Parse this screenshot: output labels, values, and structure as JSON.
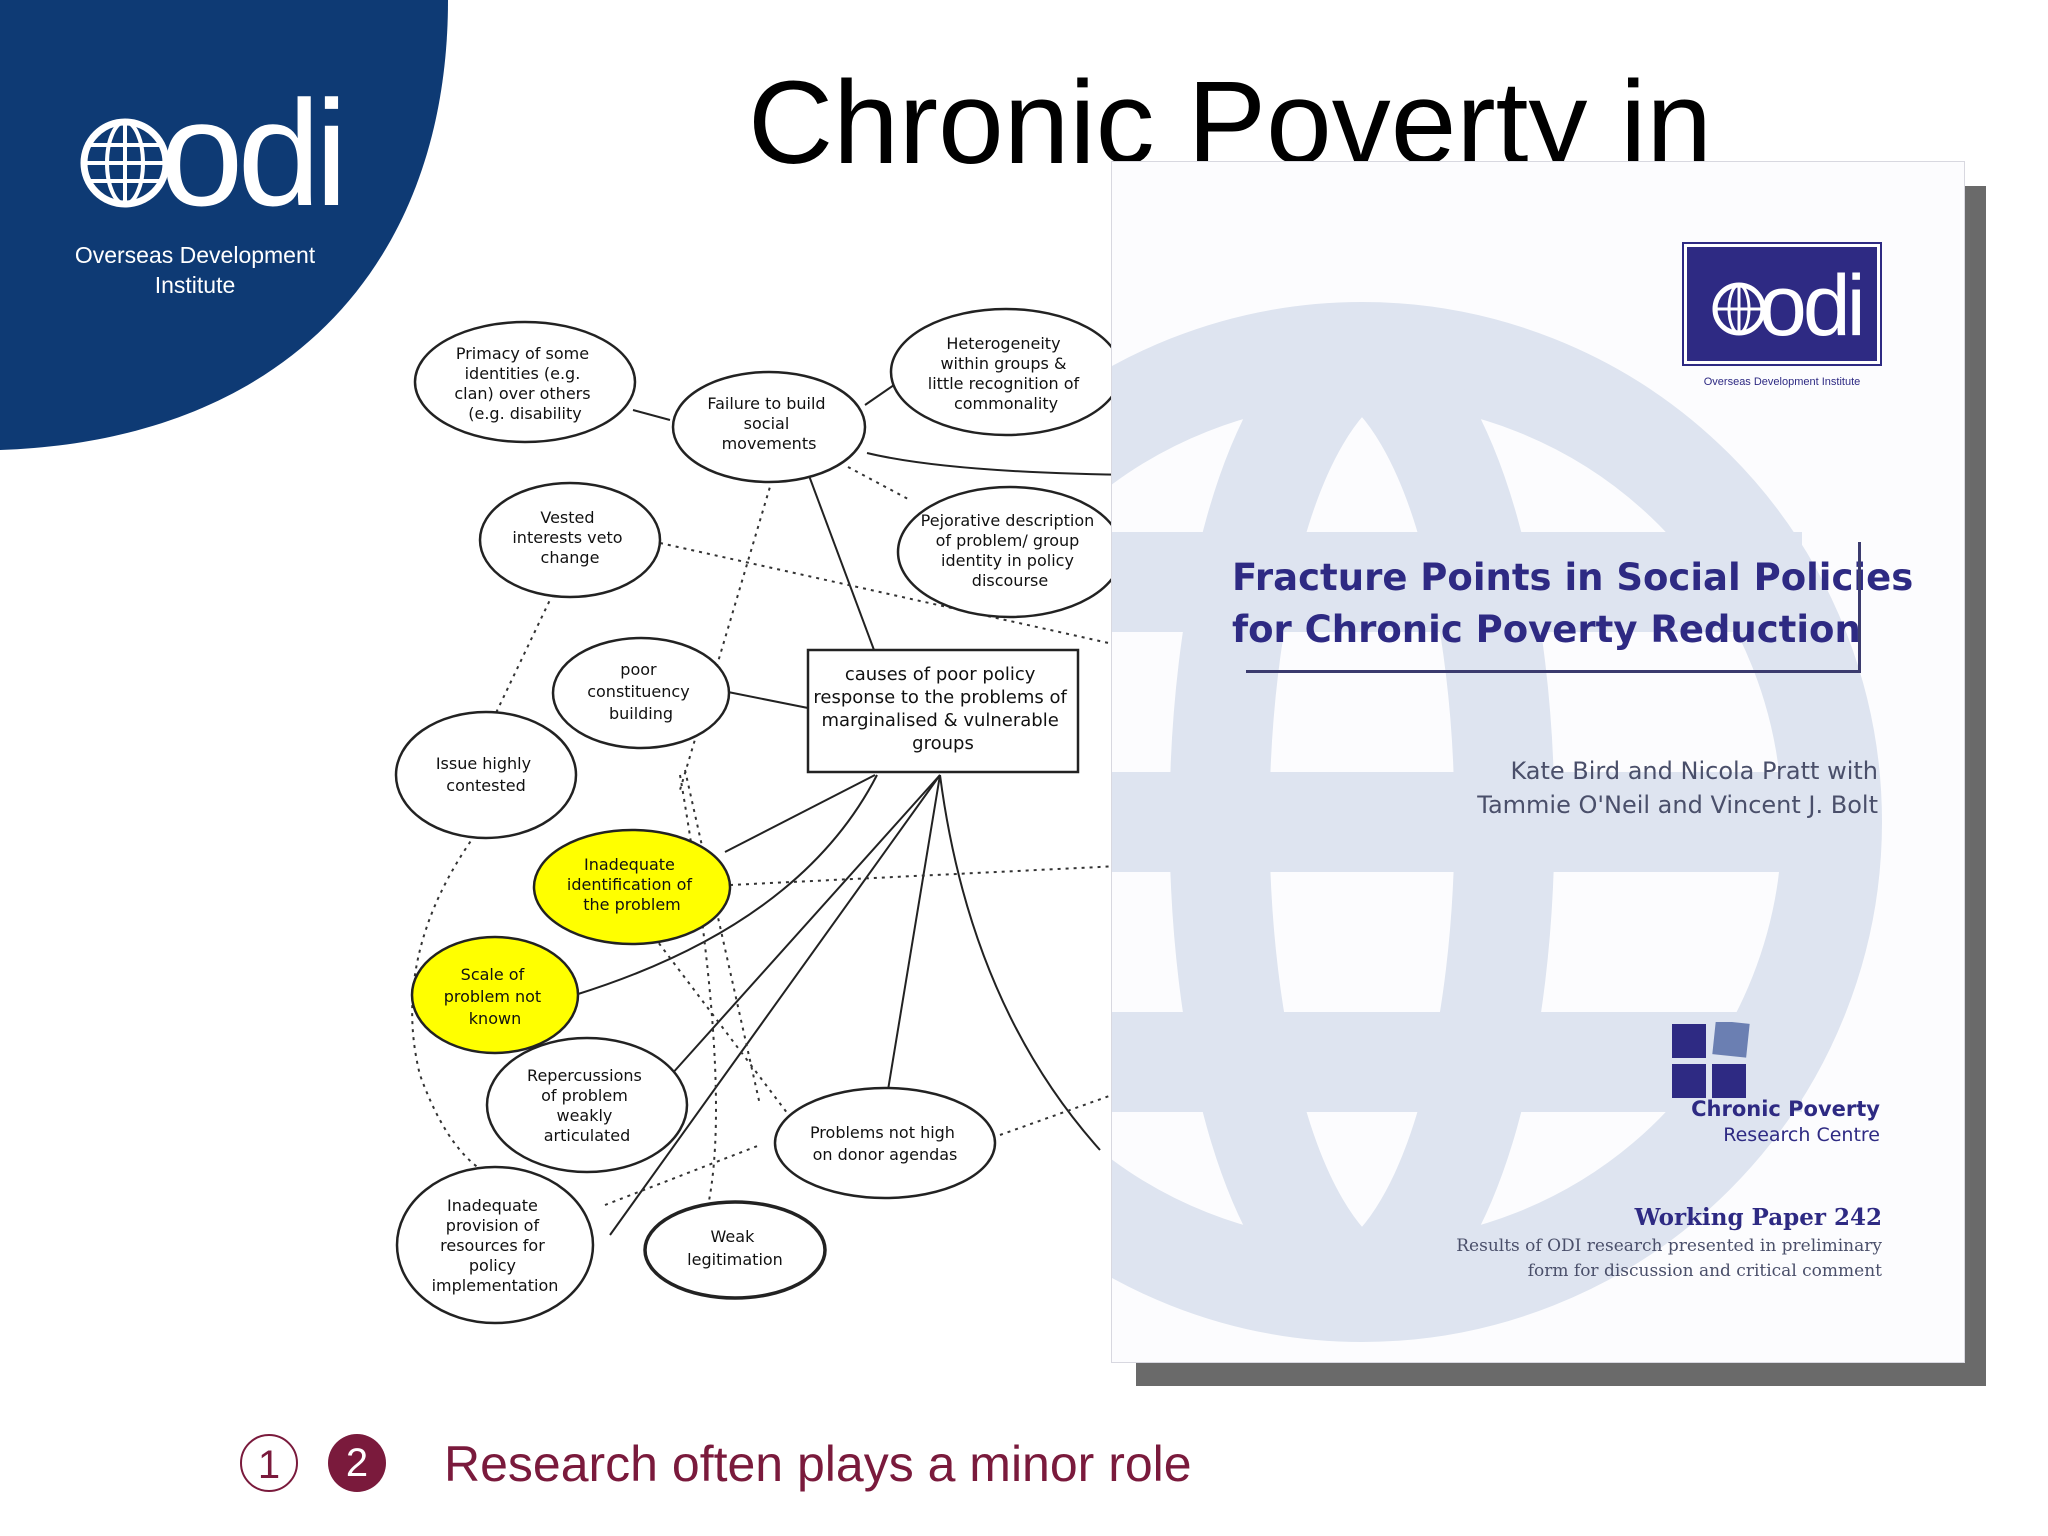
{
  "logo": {
    "wordmark": "odi",
    "line1": "Overseas Development",
    "line2": "Institute"
  },
  "slide": {
    "title_line1": "Chronic Poverty in",
    "title_line2": "Ug"
  },
  "diagram": {
    "central": [
      "causes of poor policy",
      "response to the problems of",
      "marginalised & vulnerable",
      "groups"
    ],
    "nodes": {
      "primacy": [
        "Primacy of some",
        "identities (e.g.",
        "clan) over others",
        "(e.g. disability"
      ],
      "failure": [
        "Failure to build",
        "social",
        "movements"
      ],
      "heterogeneity": [
        "Heterogeneity",
        "within groups &",
        "little recognition of",
        "commonality"
      ],
      "vested": [
        "Vested",
        "interests veto",
        "change"
      ],
      "pejorative": [
        "Pejorative description",
        "of problem/ group",
        "identity in policy",
        "discourse"
      ],
      "constituency": [
        "poor",
        "constituency",
        "building"
      ],
      "contested": [
        "Issue highly",
        "contested"
      ],
      "inadequate_id": [
        "Inadequate",
        "identification of",
        "the problem"
      ],
      "scale": [
        "Scale of",
        "problem not",
        "known"
      ],
      "repercussions": [
        "Repercussions",
        "of problem",
        "weakly",
        "articulated"
      ],
      "donor": [
        "Problems not high",
        "on donor agendas"
      ],
      "provision": [
        "Inadequate",
        "provision of",
        "resources for",
        "policy",
        "implementation"
      ],
      "weak": [
        "Weak",
        "legitimation"
      ]
    },
    "highlight_color": "#ffff00"
  },
  "cover": {
    "odi_wordmark": "odi",
    "odi_tag": "Overseas Development Institute",
    "title_line1": "Fracture Points in Social Policies",
    "title_line2": "for Chronic Poverty Reduction",
    "authors_line1": "Kate Bird and Nicola Pratt with",
    "authors_line2": "Tammie O'Neil and Vincent J. Bolt",
    "cprc_line1": "Chronic Poverty",
    "cprc_line2": "Research Centre",
    "wp_title": "Working Paper 242",
    "wp_line1": "Results of ODI research presented in preliminary",
    "wp_line2": "form for discussion and critical comment"
  },
  "pager": {
    "page1": "1",
    "page2": "2"
  },
  "caption": "Research often plays a minor role",
  "colors": {
    "brand_navy": "#0e3a74",
    "accent_maroon": "#7a1a3c",
    "cover_navy": "#2e2a83"
  }
}
